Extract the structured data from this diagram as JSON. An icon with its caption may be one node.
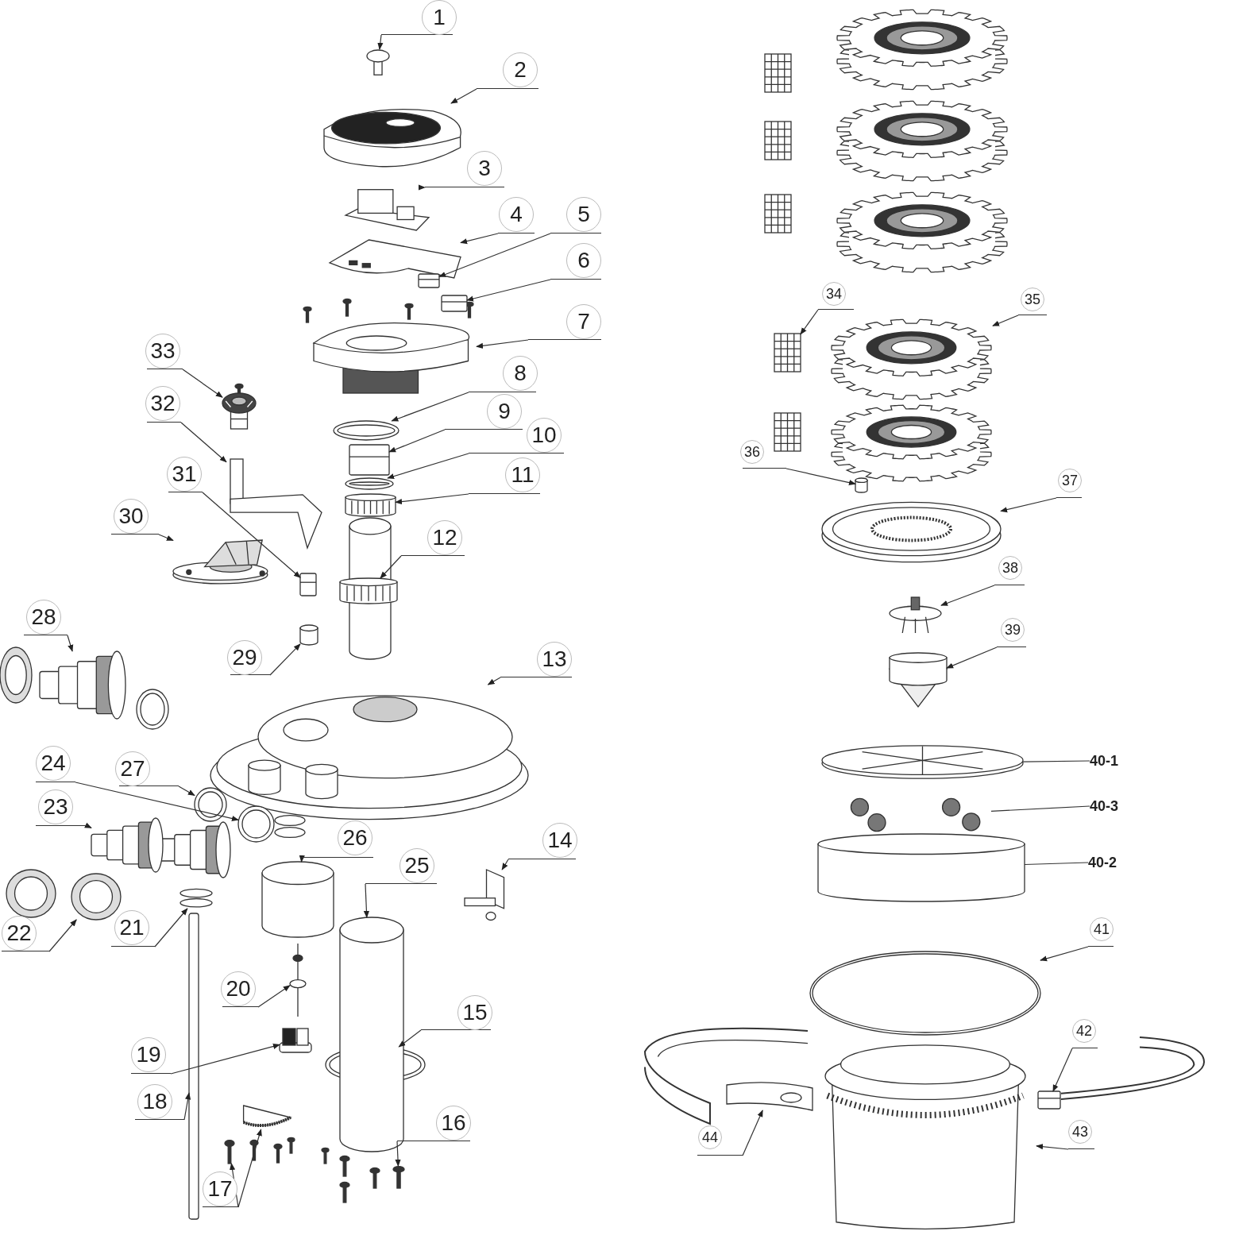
{
  "diagram": {
    "nodes": [
      {
        "text": [
          "1"
        ]
      },
      {
        "text": [],
        "shape": "picture"
      },
      {
        "text": [
          "2"
        ]
      },
      {
        "text": [],
        "shape": "picture"
      },
      {
        "text": [
          "3"
        ]
      },
      {
        "text": [],
        "shape": "picture"
      },
      {
        "text": [
          "4"
        ]
      },
      {
        "text": [],
        "shape": "picture"
      },
      {
        "text": [
          "5"
        ]
      },
      {
        "text": [],
        "shape": "picture"
      },
      {
        "text": [
          "6"
        ]
      },
      {
        "text": [],
        "shape": "picture"
      },
      {
        "text": [
          "7"
        ]
      },
      {
        "text": [],
        "shape": "picture"
      },
      {
        "text": [
          "8"
        ]
      },
      {
        "text": [],
        "shape": "picture"
      },
      {
        "text": [
          "9"
        ]
      },
      {
        "text": [],
        "shape": "box"
      },
      {
        "text": [
          "10"
        ]
      },
      {
        "text": [],
        "shape": "picture"
      },
      {
        "text": [
          "11"
        ]
      },
      {
        "text": [],
        "shape": "picture"
      },
      {
        "text": [
          "12"
        ]
      },
      {
        "text": [],
        "shape": "picture"
      },
      {
        "text": [
          "13"
        ]
      },
      {
        "text": [],
        "shape": "picture"
      },
      {
        "text": [
          "14"
        ]
      },
      {
        "text": [],
        "shape": "picture"
      },
      {
        "text": [
          "15"
        ]
      },
      {
        "text": [],
        "shape": "picture"
      },
      {
        "text": [
          "16"
        ]
      },
      {
        "text": [],
        "shape": "picture"
      },
      {
        "text": [
          "17"
        ]
      },
      {
        "text": [],
        "shape": "picture"
      },
      {
        "text": [],
        "shape": "picture"
      },
      {
        "text": [
          "18"
        ]
      },
      {
        "text": [],
        "shape": "bar"
      },
      {
        "text": [
          "19"
        ]
      },
      {
        "text": [],
        "shape": "picture"
      },
      {
        "text": [
          "20"
        ]
      },
      {
        "text": [],
        "shape": "picture"
      },
      {
        "text": [
          "21"
        ]
      },
      {
        "text": [],
        "shape": "picture"
      },
      {
        "text": [
          "22"
        ]
      },
      {
        "text": [],
        "shape": "picture"
      },
      {
        "text": [
          "23"
        ]
      },
      {
        "text": [],
        "shape": "picture"
      },
      {
        "text": [
          "24"
        ]
      },
      {
        "text": [],
        "shape": "picture"
      },
      {
        "text": [
          "25"
        ]
      },
      {
        "text": [],
        "shape": "cylinder"
      },
      {
        "text": [
          "26"
        ]
      },
      {
        "text": [],
        "shape": "cylinder"
      },
      {
        "text": [
          "27"
        ]
      },
      {
        "text": [],
        "shape": "picture"
      },
      {
        "text": [
          "28"
        ]
      },
      {
        "text": [],
        "shape": "picture"
      },
      {
        "text": [
          "29"
        ]
      },
      {
        "text": [],
        "shape": "cylinder"
      },
      {
        "text": [
          "30"
        ]
      },
      {
        "text": [],
        "shape": "picture"
      },
      {
        "text": [
          "31"
        ]
      },
      {
        "text": [],
        "shape": "picture"
      },
      {
        "text": [
          "32"
        ]
      },
      {
        "text": [],
        "shape": "picture"
      },
      {
        "text": [
          "33"
        ]
      },
      {
        "text": [],
        "shape": "picture"
      },
      {
        "text": [
          "34"
        ]
      },
      {
        "text": [],
        "shape": "picture"
      },
      {
        "text": [
          "35"
        ]
      },
      {
        "text": [],
        "shape": "picture"
      },
      {
        "text": [
          "36"
        ]
      },
      {
        "text": [],
        "shape": "cylinder"
      },
      {
        "text": [
          "37"
        ]
      },
      {
        "text": [],
        "shape": "picture"
      },
      {
        "text": [
          "38"
        ]
      },
      {
        "text": [],
        "shape": "picture"
      },
      {
        "text": [
          "39"
        ]
      },
      {
        "text": [],
        "shape": "picture"
      },
      {
        "text": [
          "40-1"
        ]
      },
      {
        "text": [],
        "shape": "picture"
      },
      {
        "text": [
          "40-3"
        ]
      },
      {
        "text": [],
        "shape": "picture"
      },
      {
        "text": [
          "40-2"
        ]
      },
      {
        "text": [],
        "shape": "cylinder"
      },
      {
        "text": [
          "41"
        ]
      },
      {
        "text": [],
        "shape": "circle"
      },
      {
        "text": [
          "42"
        ]
      },
      {
        "text": [],
        "shape": "picture"
      },
      {
        "text": [
          "43"
        ]
      },
      {
        "text": [],
        "shape": "picture"
      },
      {
        "text": [
          "44"
        ]
      },
      {
        "text": [],
        "shape": "picture"
      }
    ],
    "edges": [
      {
        "from": 0,
        "to": 1,
        "arrow": "to"
      },
      {
        "from": 2,
        "to": 3,
        "arrow": "to"
      },
      {
        "from": 4,
        "to": 5,
        "arrow": "to"
      },
      {
        "from": 6,
        "to": 7,
        "arrow": "to"
      },
      {
        "from": 8,
        "to": 9,
        "arrow": "to"
      },
      {
        "from": 10,
        "to": 11,
        "arrow": "to"
      },
      {
        "from": 12,
        "to": 13,
        "arrow": "to"
      },
      {
        "from": 14,
        "to": 15,
        "arrow": "to"
      },
      {
        "from": 16,
        "to": 17,
        "arrow": "to"
      },
      {
        "from": 18,
        "to": 19,
        "arrow": "to"
      },
      {
        "from": 20,
        "to": 21,
        "arrow": "to"
      },
      {
        "from": 22,
        "to": 23,
        "arrow": "to"
      },
      {
        "from": 24,
        "to": 25,
        "arrow": "to"
      },
      {
        "from": 26,
        "to": 27,
        "arrow": "to"
      },
      {
        "from": 28,
        "to": 29,
        "arrow": "to"
      },
      {
        "from": 30,
        "to": 31,
        "arrow": "to"
      },
      {
        "from": 32,
        "to": 33,
        "arrow": "to"
      },
      {
        "from": 32,
        "to": 34,
        "arrow": "to"
      },
      {
        "from": 35,
        "to": 36,
        "arrow": "to"
      },
      {
        "from": 37,
        "to": 38,
        "arrow": "to"
      },
      {
        "from": 39,
        "to": 40,
        "arrow": "to"
      },
      {
        "from": 41,
        "to": 42,
        "arrow": "to"
      },
      {
        "from": 43,
        "to": 44,
        "arrow": "to"
      },
      {
        "from": 45,
        "to": 46,
        "arrow": "to"
      },
      {
        "from": 47,
        "to": 48,
        "arrow": "to"
      },
      {
        "from": 49,
        "to": 50,
        "arrow": "to"
      },
      {
        "from": 51,
        "to": 52,
        "arrow": "to"
      },
      {
        "from": 53,
        "to": 54,
        "arrow": "to"
      },
      {
        "from": 55,
        "to": 56,
        "arrow": "to"
      },
      {
        "from": 57,
        "to": 58,
        "arrow": "to"
      },
      {
        "from": 59,
        "to": 60,
        "arrow": "to"
      },
      {
        "from": 61,
        "to": 62,
        "arrow": "to"
      },
      {
        "from": 63,
        "to": 64,
        "arrow": "to"
      },
      {
        "from": 65,
        "to": 66,
        "arrow": "to"
      },
      {
        "from": 67,
        "to": 68,
        "arrow": "to"
      },
      {
        "from": 69,
        "to": 70,
        "arrow": "to"
      },
      {
        "from": 71,
        "to": 72,
        "arrow": "to"
      },
      {
        "from": 73,
        "to": 74,
        "arrow": "to"
      },
      {
        "from": 75,
        "to": 76,
        "arrow": "to"
      },
      {
        "from": 77,
        "to": 78,
        "arrow": "to"
      },
      {
        "from": 79,
        "to": 80,
        "arrow": "none"
      },
      {
        "from": 81,
        "to": 82,
        "arrow": "none"
      },
      {
        "from": 83,
        "to": 84,
        "arrow": "none"
      },
      {
        "from": 85,
        "to": 86,
        "arrow": "to"
      },
      {
        "from": 87,
        "to": 88,
        "arrow": "to"
      },
      {
        "from": 89,
        "to": 90,
        "arrow": "to"
      },
      {
        "from": 91,
        "to": 92,
        "arrow": "to"
      }
    ]
  }
}
